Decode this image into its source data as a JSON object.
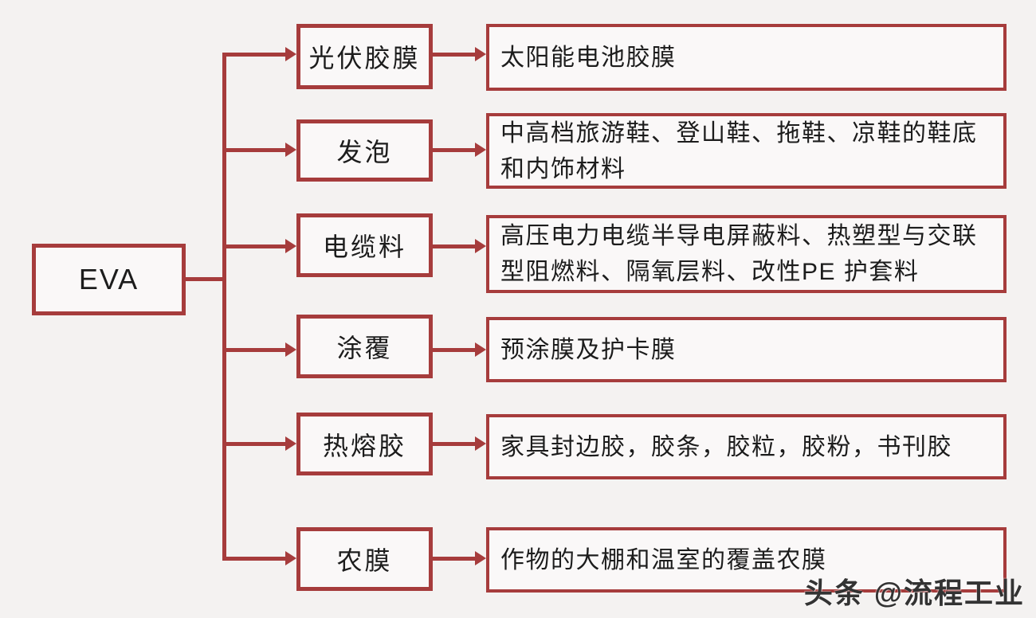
{
  "root": {
    "label": "EVA"
  },
  "rows": [
    {
      "category": "光伏胶膜",
      "description": "太阳能电池胶膜"
    },
    {
      "category": "发泡",
      "description": "中高档旅游鞋、登山鞋、拖鞋、凉鞋的鞋底和内饰材料"
    },
    {
      "category": "电缆料",
      "description": "高压电力电缆半导电屏蔽料、热塑型与交联型阻燃料、隔氧层料、改性PE 护套料"
    },
    {
      "category": "涂覆",
      "description": "预涂膜及护卡膜"
    },
    {
      "category": "热熔胶",
      "description": "家具封边胶，胶条，胶粒，胶粉，书刊胶"
    },
    {
      "category": "农膜",
      "description": "作物的大棚和温室的覆盖农膜"
    }
  ],
  "watermark": {
    "text": "头条 @流程工业"
  },
  "colors": {
    "line": "#a63c3c",
    "box_background": "#faf8f8",
    "text": "#1c1c1c",
    "page_background": "#f4f2f1",
    "watermark": "#333333"
  }
}
